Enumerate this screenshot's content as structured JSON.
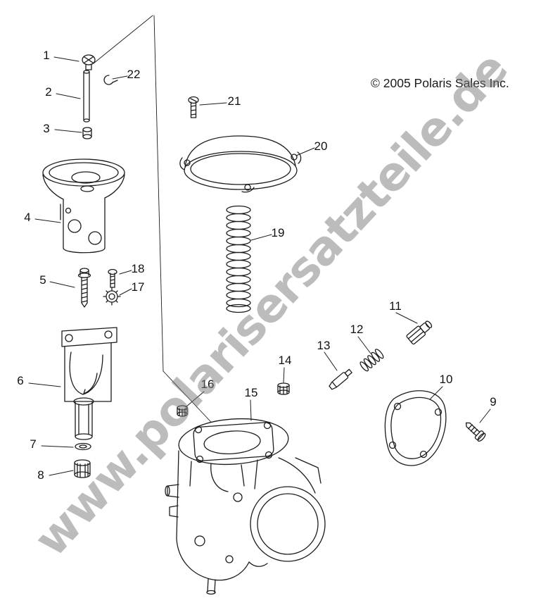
{
  "copyright": "© 2005 Polaris Sales Inc.",
  "watermark": "www.polarisersatzteile.de",
  "callouts": [
    {
      "label": "1"
    },
    {
      "label": "2"
    },
    {
      "label": "3"
    },
    {
      "label": "4"
    },
    {
      "label": "5"
    },
    {
      "label": "6"
    },
    {
      "label": "7"
    },
    {
      "label": "8"
    },
    {
      "label": "9"
    },
    {
      "label": "10"
    },
    {
      "label": "11"
    },
    {
      "label": "12"
    },
    {
      "label": "13"
    },
    {
      "label": "14"
    },
    {
      "label": "15"
    },
    {
      "label": "16"
    },
    {
      "label": "17"
    },
    {
      "label": "18"
    },
    {
      "label": "19"
    },
    {
      "label": "20"
    },
    {
      "label": "21"
    },
    {
      "label": "22"
    }
  ]
}
